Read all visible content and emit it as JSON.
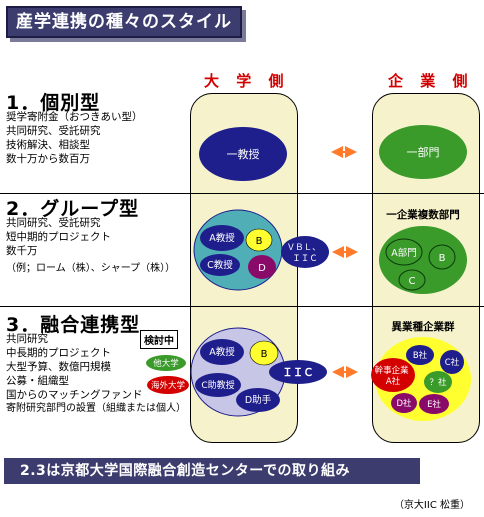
{
  "title": "産学連携の種々のスタイル",
  "columns": {
    "university": "大 学 側",
    "industry": "企 業 側"
  },
  "sections": [
    {
      "title": "1．個別型",
      "lines": [
        "奨学寄附金（おつきあい型）",
        "共同研究、受託研究",
        "技術解決、相談型",
        "数十万から数百万"
      ],
      "university": {
        "professor": "一教授"
      },
      "industry": {
        "dept": "一部門"
      }
    },
    {
      "title": "2．グループ型",
      "lines": [
        "共同研究、受託研究",
        "短中期的プロジェクト",
        "数千万",
        "（例；ローム（株）、シャープ（株））"
      ],
      "university": {
        "a": "A教授",
        "b": "B",
        "c": "C教授",
        "d": "D",
        "vbl": "ＶＢＬ、\nＩＩＣ"
      },
      "industry": {
        "heading": "一企業複数部門",
        "a": "A部門",
        "b": "B",
        "c": "C"
      }
    },
    {
      "title": "3．融合連携型",
      "badge": "検討中",
      "lines": [
        "共同研究",
        "中長期的プロジェクト",
        "大型予算、数億円規模",
        "公募・組織型",
        "国からのマッチングファンド",
        "寄附研究部門の設置（組織または個人）"
      ],
      "university": {
        "other_univ": "他大学",
        "overseas_univ": "海外大学",
        "a": "A教授",
        "b": "B",
        "c": "C助教授",
        "d": "D助手",
        "iic": "ＩＩＣ"
      },
      "industry": {
        "heading": "異業種企業群",
        "lead": "幹事企業\nA社",
        "b": "B社",
        "c": "C社",
        "q": "？社",
        "d": "D社",
        "e": "E社"
      }
    }
  ],
  "footer": "2.3は京都大学国際融合創造センターでの取り組み",
  "credit": "（京大IIC 松重）",
  "colors": {
    "title_bg": "#3c3c6e",
    "accent_red": "#d40000",
    "column_bg": "#f6f3cc",
    "navy": "#1e1e8c",
    "teal": "#4faeb6",
    "green": "#3a9a2a",
    "purple": "#8a0a6a",
    "yellow": "#ffff30",
    "lavender": "#c8c6e6",
    "orange": "#ff8c1a",
    "dark_purple": "#3a1a4a"
  }
}
